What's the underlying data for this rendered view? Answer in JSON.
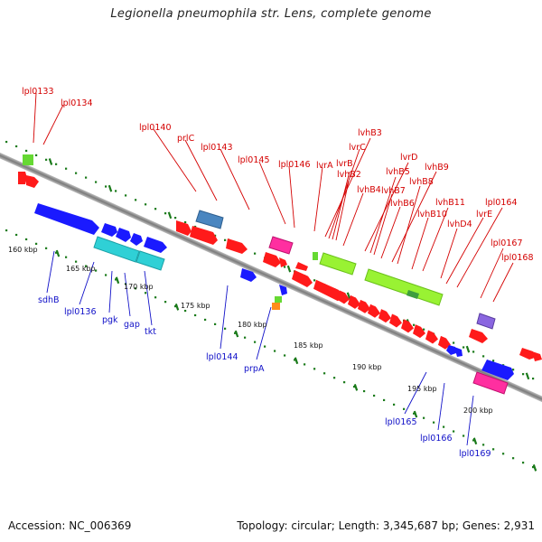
{
  "title": "Legionella pneumophila str. Lens, complete genome",
  "footer": {
    "accession": "Accession: NC_006369",
    "summary": "Topology: circular; Length: 3,345,687 bp; Genes: 2,931"
  },
  "colors": {
    "forward_gene": "#ff1a1a",
    "reverse_gene": "#1a1aff",
    "forward_label": "#d40000",
    "reverse_label": "#1010c8",
    "backbone": "#888888",
    "tick": "#1a7a1a",
    "cyan_feature": "#2fd0d6",
    "lime_feature": "#99f233",
    "pink_feature": "#ff2fa0",
    "steel_feature": "#4a86c0",
    "purple_feature": "#8a66e0"
  },
  "kbp_labels": [
    "160 kbp",
    "165 kbp",
    "170 kbp",
    "175 kbp",
    "180 kbp",
    "185 kbp",
    "190 kbp",
    "195 kbp",
    "200 kbp"
  ],
  "forward_gene_labels": [
    "lpl0133",
    "lpl0134",
    "lpl0140",
    "prlC",
    "lpl0143",
    "lpl0145",
    "lpl0146",
    "lvrA",
    "lvhB3",
    "lvrC",
    "lvrB",
    "lvhB2",
    "lvhB4",
    "lvrD",
    "lvhB5",
    "lvhB9",
    "lvhB7",
    "lvhB8",
    "lvhB6",
    "lvhB11",
    "lvhB10",
    "lpl0164",
    "lvrE",
    "lvhD4",
    "lpl0167",
    "lpl0168"
  ],
  "reverse_gene_labels": [
    "sdhB",
    "lpl0136",
    "pgk",
    "gap",
    "tkt",
    "lpl0144",
    "prpA",
    "lpl0165",
    "lpl0166",
    "lpl0169"
  ]
}
